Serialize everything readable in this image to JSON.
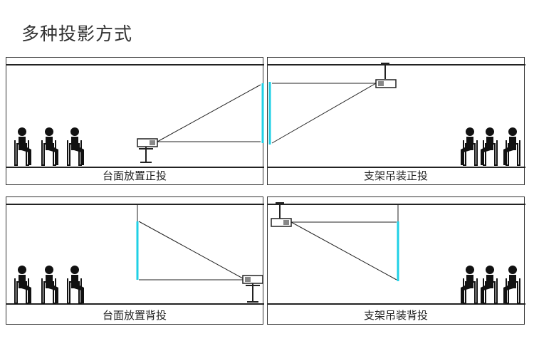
{
  "title": "多种投影方式",
  "panels": [
    {
      "caption": "台面放置正投"
    },
    {
      "caption": "支架吊装正投"
    },
    {
      "caption": "台面放置背投"
    },
    {
      "caption": "支架吊装背投"
    }
  ],
  "colors": {
    "screen": "#1fd0e6",
    "line": "#222222"
  }
}
